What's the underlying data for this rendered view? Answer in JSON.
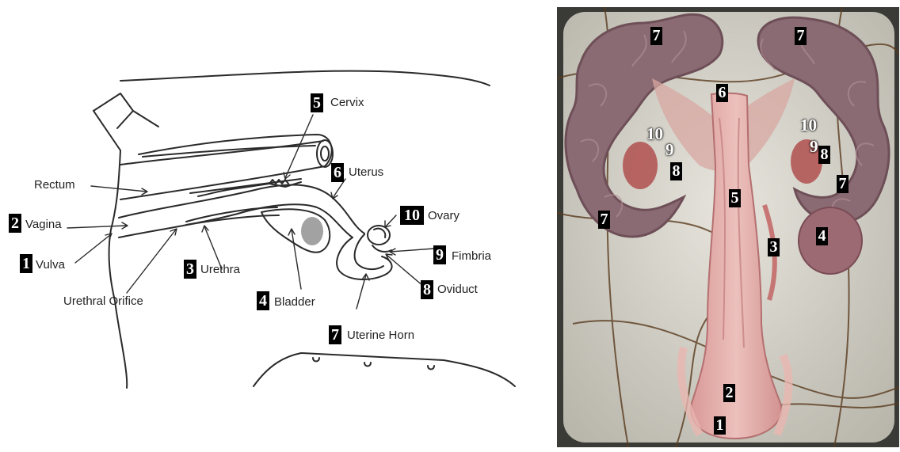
{
  "diagram": {
    "labels": {
      "cervix": "Cervix",
      "rectum": "Rectum",
      "uterus": "Uterus",
      "vagina": "Vagina",
      "ovary": "Ovary",
      "vulva": "Vulva",
      "fimbria": "Fimbria",
      "urethra": "Urethra",
      "oviduct": "Oviduct",
      "urethral_orifice": "Urethral Orifice",
      "bladder": "Bladder",
      "uterine_horn": "Uterine Horn"
    },
    "numbers": {
      "n1": "1",
      "n2": "2",
      "n3": "3",
      "n4": "4",
      "n5": "5",
      "n6": "6",
      "n7": "7",
      "n8": "8",
      "n9": "9",
      "n10": "10"
    }
  },
  "photo": {
    "numbers": {
      "top_left_7": "7",
      "top_right_7": "7",
      "n6": "6",
      "left_10": "10",
      "right_10": "10",
      "left_9": "9",
      "left_8": "8",
      "right_9": "9",
      "right_8": "8",
      "right_7": "7",
      "n5": "5",
      "left_7": "7",
      "n4": "4",
      "n3": "3",
      "n2": "2",
      "n1": "1"
    }
  },
  "colors": {
    "line": "#2a2a2a",
    "tissue": "#8a6b73",
    "tissue_dark": "#6e4f58",
    "tract": "#e0a9a6",
    "tray": "#d8d6cc"
  }
}
